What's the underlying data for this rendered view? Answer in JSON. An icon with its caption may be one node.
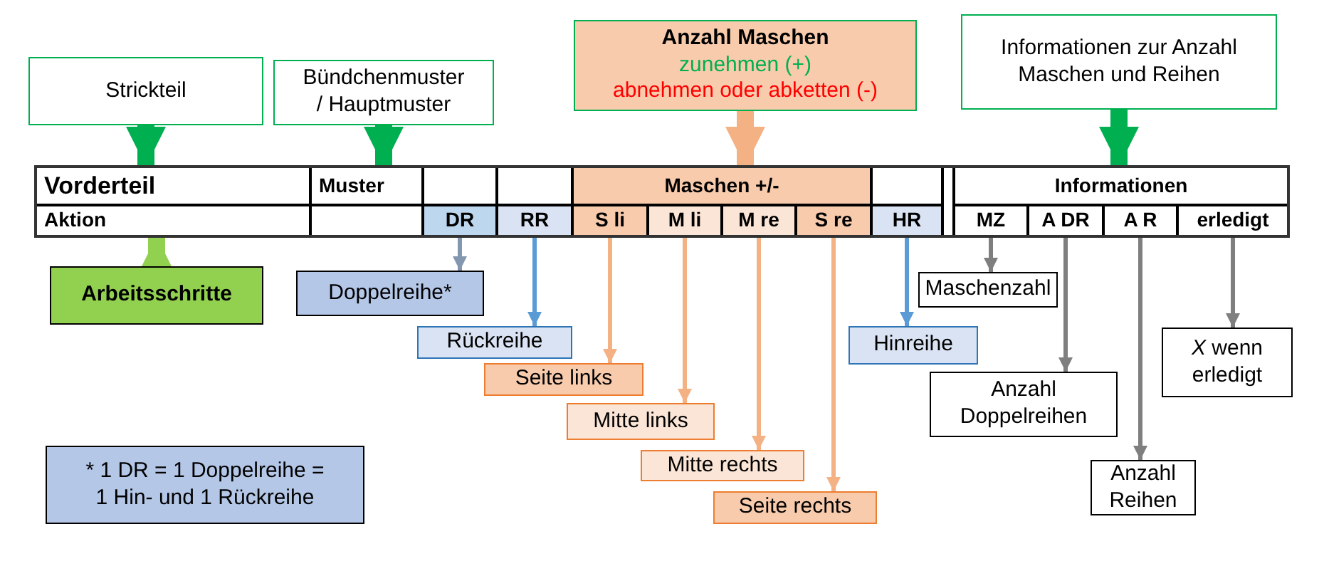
{
  "diagram": {
    "nodes": [
      {
        "text": [
          "Strickteil"
        ]
      },
      {
        "text": [
          "Bündchenmuster / Hauptmuster"
        ]
      },
      {
        "text": [
          "Anzahl Maschen",
          "zunehmen (+)",
          "abnehmen oder abketten (-)"
        ]
      },
      {
        "text": [
          "Informationen zur Anzahl Maschen und Reihen"
        ]
      },
      {
        "text": [
          "Vorderteil"
        ]
      },
      {
        "text": [
          "Muster"
        ]
      },
      {
        "text": [
          "Maschen +/-"
        ]
      },
      {
        "text": [
          "Informationen"
        ]
      },
      {
        "text": [
          "Aktion"
        ]
      },
      {
        "text": [
          "DR"
        ]
      },
      {
        "text": [
          "RR"
        ]
      },
      {
        "text": [
          "S li"
        ]
      },
      {
        "text": [
          "M li"
        ]
      },
      {
        "text": [
          "M re"
        ]
      },
      {
        "text": [
          "S re"
        ]
      },
      {
        "text": [
          "HR"
        ]
      },
      {
        "text": [
          "MZ"
        ]
      },
      {
        "text": [
          "A DR"
        ]
      },
      {
        "text": [
          "A R"
        ]
      },
      {
        "text": [
          "erledigt"
        ]
      },
      {
        "text": [
          "Arbeitsschritte"
        ]
      },
      {
        "text": [
          "Doppelreihe*"
        ]
      },
      {
        "text": [
          "Rückreihe"
        ]
      },
      {
        "text": [
          "Maschenzahl"
        ]
      },
      {
        "text": [
          "Seite links"
        ]
      },
      {
        "text": [
          "Hinreihe"
        ]
      },
      {
        "text": [
          "*X* wenn erledigt"
        ]
      },
      {
        "text": [
          "Mitte links"
        ]
      },
      {
        "text": [
          "Anzahl Doppelreihen"
        ]
      },
      {
        "text": [
          "Mitte rechts"
        ]
      },
      {
        "text": [
          "Anzahl Reihen"
        ]
      },
      {
        "text": [
          "Seite rechts"
        ]
      },
      {
        "text": [
          "* 1 DR = 1 Doppelreihe = 1 Hin- und 1 Rückreihe"
        ]
      }
    ],
    "edges": [
      {
        "from": 0,
        "to": 4,
        "arrow": "to",
        "style": "thick",
        "color": "#00b050"
      },
      {
        "from": 1,
        "to": 5,
        "arrow": "to",
        "style": "thick",
        "color": "#00b050"
      },
      {
        "from": 2,
        "to": 6,
        "arrow": "to",
        "style": "thick",
        "color": "#f4b183"
      },
      {
        "from": 3,
        "to": 7,
        "arrow": "to",
        "style": "thick",
        "color": "#00b050"
      },
      {
        "from": 20,
        "to": 8,
        "arrow": "to",
        "style": "thick",
        "color": "#92d050"
      },
      {
        "from": 9,
        "to": 21,
        "arrow": "to",
        "color": "#8497b0"
      },
      {
        "from": 10,
        "to": 22,
        "arrow": "to",
        "color": "#5b9bd5"
      },
      {
        "from": 11,
        "to": 24,
        "arrow": "to",
        "color": "#f4b183"
      },
      {
        "from": 12,
        "to": 27,
        "arrow": "to",
        "color": "#f4b183"
      },
      {
        "from": 13,
        "to": 29,
        "arrow": "to",
        "color": "#f4b183"
      },
      {
        "from": 14,
        "to": 31,
        "arrow": "to",
        "color": "#f4b183"
      },
      {
        "from": 15,
        "to": 25,
        "arrow": "to",
        "color": "#5b9bd5"
      },
      {
        "from": 16,
        "to": 23,
        "arrow": "to",
        "color": "#7f7f7f"
      },
      {
        "from": 17,
        "to": 28,
        "arrow": "to",
        "color": "#7f7f7f"
      },
      {
        "from": 18,
        "to": 30,
        "arrow": "to",
        "color": "#7f7f7f"
      },
      {
        "from": 19,
        "to": 26,
        "arrow": "to",
        "color": "#7f7f7f"
      }
    ]
  }
}
